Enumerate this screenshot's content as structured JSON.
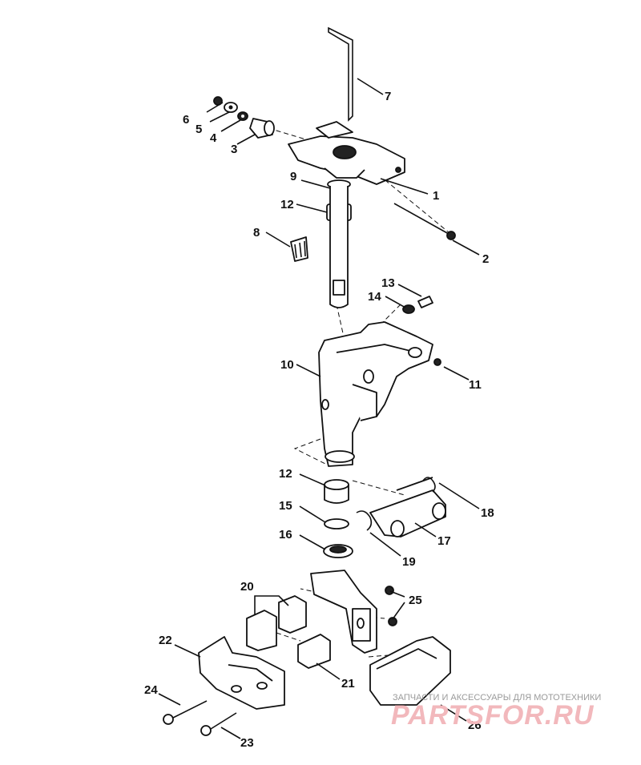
{
  "diagram": {
    "callouts": [
      "1",
      "2",
      "3",
      "4",
      "5",
      "6",
      "7",
      "8",
      "9",
      "10",
      "11",
      "12",
      "13",
      "14",
      "15",
      "16",
      "17",
      "18",
      "19",
      "20",
      "21",
      "22",
      "23",
      "24",
      "25",
      "26",
      "12"
    ]
  },
  "watermark": {
    "caption": "ЗАПЧАСТИ И АКСЕССУАРЫ ДЛЯ МОТОТЕХНИКИ",
    "logo": "PARTSFOR.RU"
  }
}
